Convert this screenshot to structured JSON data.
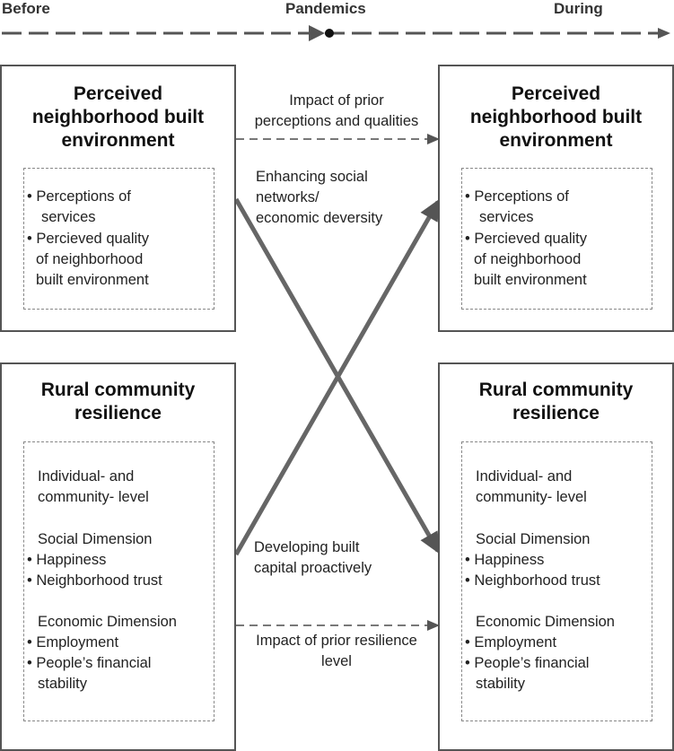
{
  "timeline": {
    "before": "Before",
    "pandemics": "Pandemics",
    "during": "During"
  },
  "boxes": {
    "perceived": {
      "title_lines": [
        "Perceived",
        "neighborhood built",
        "environment"
      ],
      "lines": [
        "• Perceptions of",
        "services",
        "• Percieved quality",
        "of neighborhood",
        "built  environment"
      ]
    },
    "resilience": {
      "title_lines": [
        "Rural community",
        "resilience"
      ],
      "lines": [
        "Individual- and",
        "community- level",
        "Social Dimension",
        "• Happiness",
        "• Neighborhood trust",
        "Economic Dimension",
        "• Employment",
        "• People’s financial",
        "stability"
      ]
    }
  },
  "edges": {
    "prior_perceptions": [
      "Impact of prior",
      "perceptions and qualities"
    ],
    "social_networks": [
      "Enhancing social",
      "networks/",
      "economic deversity"
    ],
    "built_capital": [
      "Developing built",
      "capital proactively"
    ],
    "prior_resilience": [
      "Impact of prior resilience",
      "level"
    ]
  },
  "colors": {
    "border": "#555555",
    "dashed": "#888888",
    "arrow": "#555555",
    "text": "#222222"
  }
}
